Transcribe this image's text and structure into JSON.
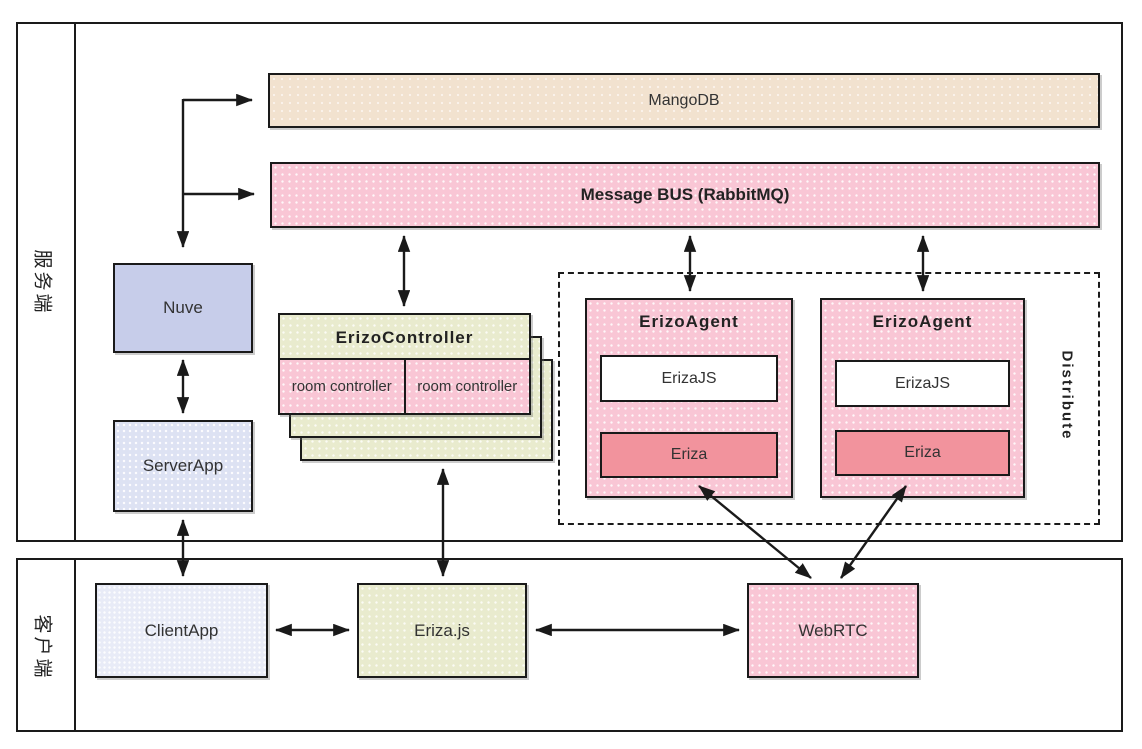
{
  "diagram": {
    "server_section_label": "服务端",
    "client_section_label": "客户端",
    "mangodb": "MangoDB",
    "message_bus": "Message BUS (RabbitMQ)",
    "nuve": "Nuve",
    "server_app": "ServerApp",
    "erizo_controller": "ErizoController",
    "room_controllers": [
      "room controller",
      "room controller"
    ],
    "distribute_label": "Distribute",
    "agents": [
      {
        "title": "ErizoAgent",
        "erizajs": "ErizaJS",
        "eriza": "Eriza"
      },
      {
        "title": "ErizoAgent",
        "erizajs": "ErizaJS",
        "eriza": "Eriza"
      }
    ],
    "client_app": "ClientApp",
    "eriza_js_lib": "Eriza.js",
    "webrtc": "WebRTC"
  },
  "colors": {
    "tan": "#f2e2cf",
    "pink": "#f9c6d5",
    "salmon": "#f2939d",
    "olive": "#e9ebce",
    "periwinkle": "#c7cdea",
    "periwinkle_light": "#dde2f3",
    "lavender_light": "#e8ebf7",
    "border": "#1a1a1a"
  }
}
